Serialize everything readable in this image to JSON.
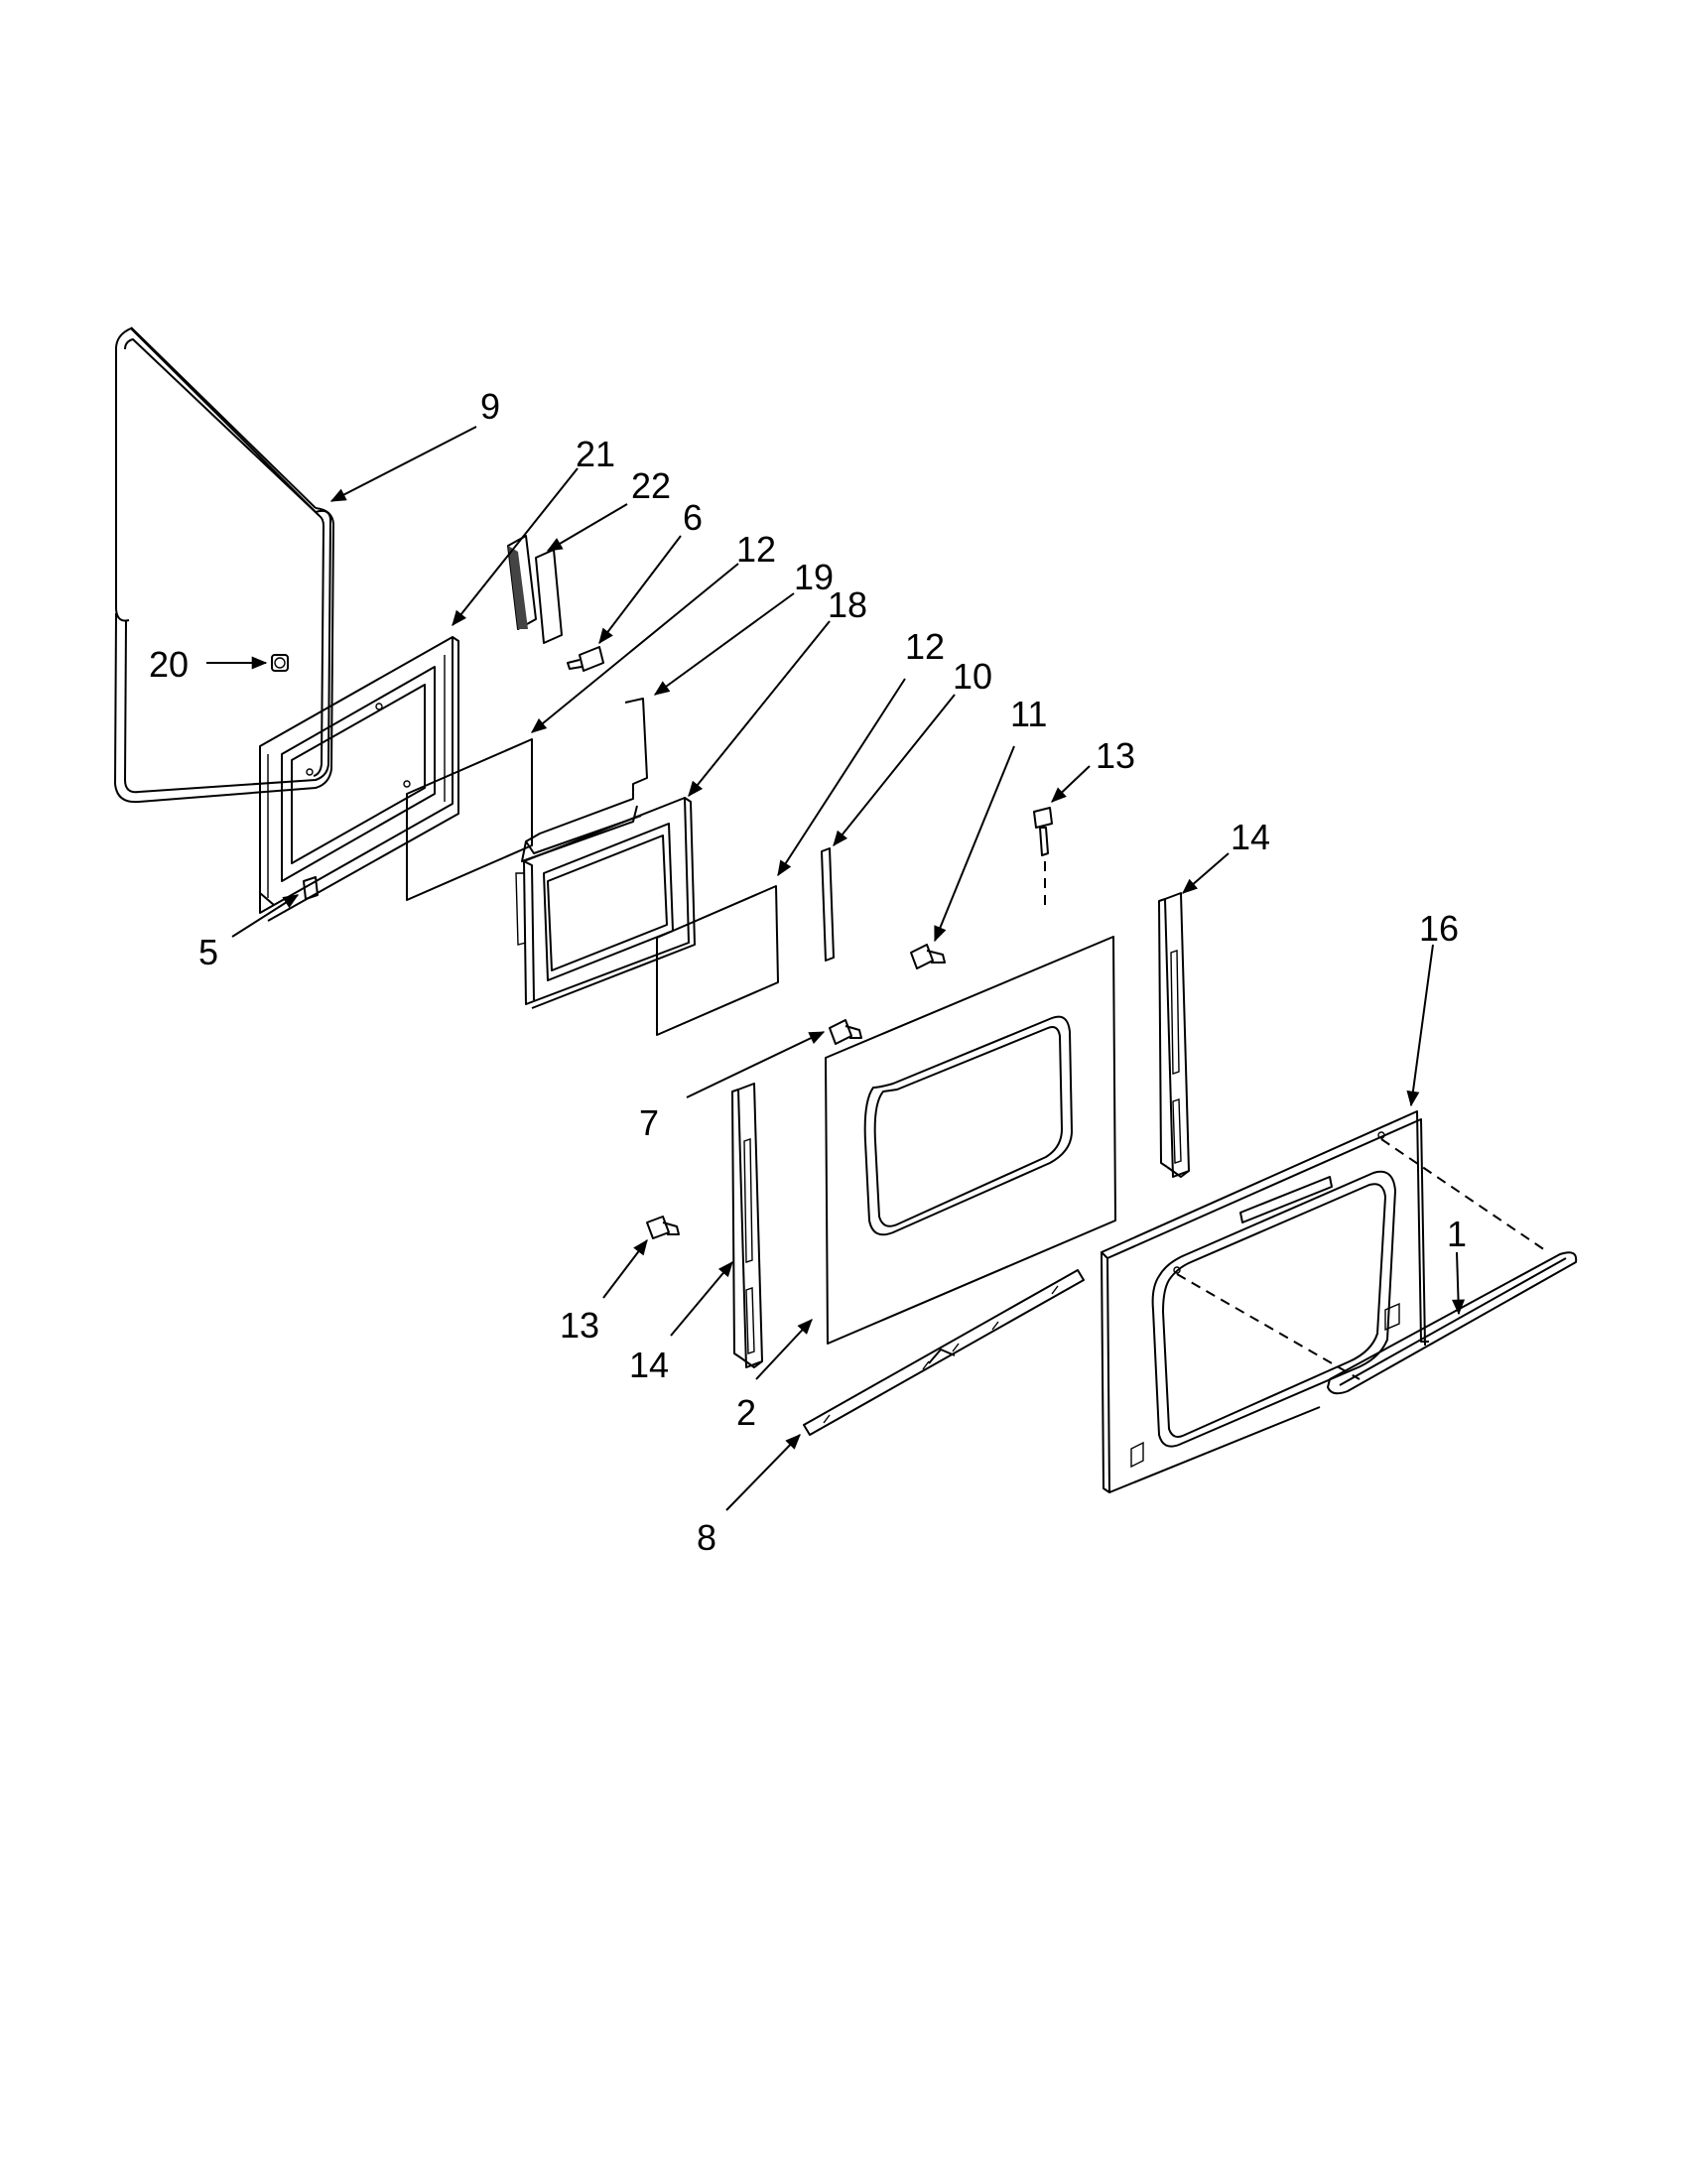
{
  "diagram": {
    "callouts": [
      {
        "id": "c9",
        "text": "9"
      },
      {
        "id": "c21",
        "text": "21"
      },
      {
        "id": "c22",
        "text": "22"
      },
      {
        "id": "c6",
        "text": "6"
      },
      {
        "id": "c12a",
        "text": "12"
      },
      {
        "id": "c19",
        "text": "19"
      },
      {
        "id": "c18",
        "text": "18"
      },
      {
        "id": "c12b",
        "text": "12"
      },
      {
        "id": "c10",
        "text": "10"
      },
      {
        "id": "c11",
        "text": "11"
      },
      {
        "id": "c13a",
        "text": "13"
      },
      {
        "id": "c14a",
        "text": "14"
      },
      {
        "id": "c16",
        "text": "16"
      },
      {
        "id": "c20",
        "text": "20"
      },
      {
        "id": "c5",
        "text": "5"
      },
      {
        "id": "c7",
        "text": "7"
      },
      {
        "id": "c1",
        "text": "1"
      },
      {
        "id": "c13b",
        "text": "13"
      },
      {
        "id": "c14b",
        "text": "14"
      },
      {
        "id": "c2",
        "text": "2"
      },
      {
        "id": "c8",
        "text": "8"
      }
    ],
    "parts": [
      {
        "id": "p9",
        "name": "door-gasket"
      },
      {
        "id": "p21",
        "name": "inner-door-liner"
      },
      {
        "id": "p22",
        "name": "hinge"
      },
      {
        "id": "p6",
        "name": "hinge-screw"
      },
      {
        "id": "p12a",
        "name": "inner-glass-pane"
      },
      {
        "id": "p19",
        "name": "insulation"
      },
      {
        "id": "p18",
        "name": "glass-pack-frame"
      },
      {
        "id": "p12b",
        "name": "middle-glass-pane"
      },
      {
        "id": "p10",
        "name": "glass-retainer-strip"
      },
      {
        "id": "p11",
        "name": "frame-screw"
      },
      {
        "id": "p13a",
        "name": "side-trim-screw-right"
      },
      {
        "id": "p14a",
        "name": "side-trim-right"
      },
      {
        "id": "p16",
        "name": "outer-door-panel"
      },
      {
        "id": "p20",
        "name": "gasket-clip"
      },
      {
        "id": "p5",
        "name": "spacer-block"
      },
      {
        "id": "p7",
        "name": "glass-screw"
      },
      {
        "id": "p1",
        "name": "door-handle"
      },
      {
        "id": "p13b",
        "name": "side-trim-screw-left"
      },
      {
        "id": "p14b",
        "name": "side-trim-left"
      },
      {
        "id": "p2",
        "name": "outer-glass"
      },
      {
        "id": "p8",
        "name": "bottom-trim"
      }
    ]
  }
}
